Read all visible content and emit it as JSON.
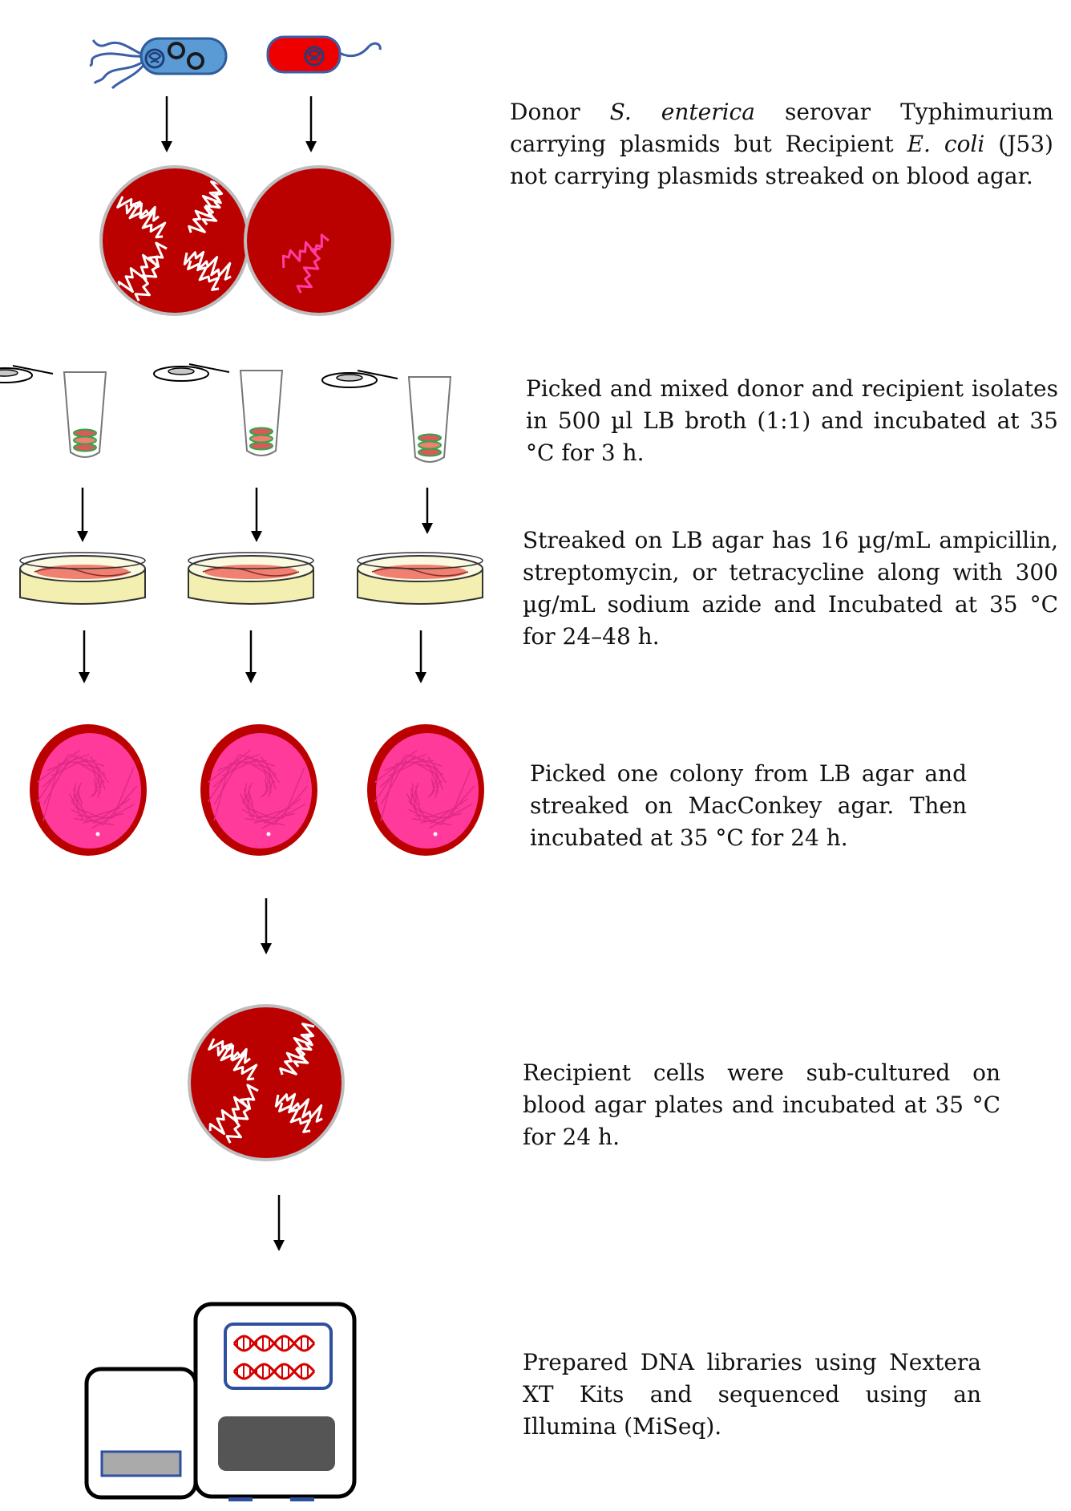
{
  "colors": {
    "blood_agar": "#bb0000",
    "streak": "#ffffff",
    "recipient_streak": "#ff3ea5",
    "donor_cell": "#5b9bd5",
    "recipient_cell": "#ee0000",
    "lb_agar": "#f2efb0",
    "lb_growth": "#f08070",
    "macconkey_growth": "#ff3a9a",
    "dna_red": "#d40000",
    "sequencer_screen": "#2f4f9f",
    "panel_dark": "#555555",
    "panel_light": "#aaaaaa"
  },
  "icons": {
    "donor_bacterium": "bacterium-blue-with-plasmids",
    "recipient_bacterium": "bacterium-red",
    "blood_agar_plate": "blood-agar-plate",
    "tube": "microcentrifuge-tube",
    "petri_dish": "petri-dish",
    "macconkey_plate": "macconkey-plate",
    "sequencer": "illumina-miseq",
    "dna": "dna-double-helix",
    "arrow": "down-arrow"
  },
  "steps": [
    {
      "id": "step1",
      "parts": [
        {
          "t": "Donor ",
          "i": false
        },
        {
          "t": "S. enterica",
          "i": true
        },
        {
          "t": " serovar Typhimurium carrying plasmids but Recipient ",
          "i": false
        },
        {
          "t": "E. coli",
          "i": true
        },
        {
          "t": " (J53) not carrying plasmids streaked on blood agar.",
          "i": false
        }
      ]
    },
    {
      "id": "step2",
      "parts": [
        {
          "t": "Picked and mixed donor and recipient isolates in 500 µl LB broth (1:1) and incubated at 35 °C for 3 h.",
          "i": false
        }
      ]
    },
    {
      "id": "step3",
      "parts": [
        {
          "t": "Streaked on LB agar has 16 µg/mL ampicillin, streptomycin, or tetracycline along with 300 µg/mL sodium azide and Incubated at 35 °C for 24–48 h.",
          "i": false
        }
      ]
    },
    {
      "id": "step4",
      "parts": [
        {
          "t": "Picked one colony from LB agar and streaked on MacConkey agar. Then incubated at 35 °C for 24 h.",
          "i": false
        }
      ]
    },
    {
      "id": "step5",
      "parts": [
        {
          "t": "Recipient cells were sub-cultured on blood agar plates and incubated at 35 °C for 24 h.",
          "i": false
        }
      ]
    },
    {
      "id": "step6",
      "parts": [
        {
          "t": "Prepared DNA libraries using Nextera XT Kits and sequenced using an Illumina (MiSeq).",
          "i": false
        }
      ]
    }
  ]
}
